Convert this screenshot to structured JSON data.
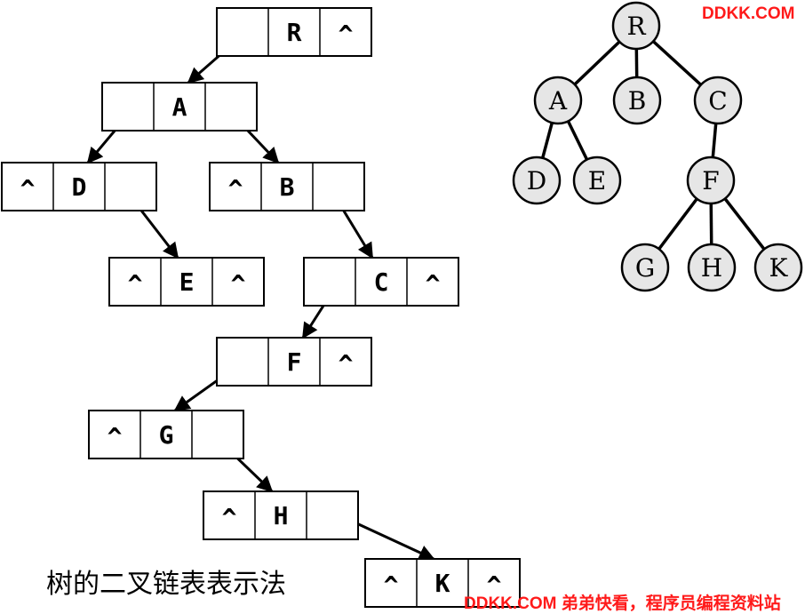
{
  "caption": "树的二叉链表表示法",
  "watermark_top": "DDKK.COM",
  "watermark_bottom": "DDKK.COM 弟弟快看，程序员编程资料站",
  "null_symbol": "^",
  "colors": {
    "node_fill": "#e6e6e6",
    "line": "#000000",
    "watermark": "#ff1a1a"
  },
  "binary_nodes": [
    {
      "id": "R",
      "label": "R",
      "left": "",
      "right": "^"
    },
    {
      "id": "A",
      "label": "A",
      "left": "",
      "right": ""
    },
    {
      "id": "D",
      "label": "D",
      "left": "^",
      "right": ""
    },
    {
      "id": "B",
      "label": "B",
      "left": "^",
      "right": ""
    },
    {
      "id": "E",
      "label": "E",
      "left": "^",
      "right": "^"
    },
    {
      "id": "C",
      "label": "C",
      "left": "",
      "right": "^"
    },
    {
      "id": "F",
      "label": "F",
      "left": "",
      "right": "^"
    },
    {
      "id": "G",
      "label": "G",
      "left": "^",
      "right": ""
    },
    {
      "id": "H",
      "label": "H",
      "left": "^",
      "right": ""
    },
    {
      "id": "K",
      "label": "K",
      "left": "^",
      "right": "^"
    }
  ],
  "binary_links": [
    {
      "from": "R",
      "side": "left",
      "to": "A"
    },
    {
      "from": "A",
      "side": "left",
      "to": "D"
    },
    {
      "from": "A",
      "side": "right",
      "to": "B"
    },
    {
      "from": "D",
      "side": "right",
      "to": "E"
    },
    {
      "from": "B",
      "side": "right",
      "to": "C"
    },
    {
      "from": "C",
      "side": "left",
      "to": "F"
    },
    {
      "from": "F",
      "side": "left",
      "to": "G"
    },
    {
      "from": "G",
      "side": "right",
      "to": "H"
    },
    {
      "from": "H",
      "side": "right",
      "to": "K"
    }
  ],
  "tree_nodes": [
    "R",
    "A",
    "B",
    "C",
    "D",
    "E",
    "F",
    "G",
    "H",
    "K"
  ],
  "tree_edges": [
    [
      "R",
      "A"
    ],
    [
      "R",
      "B"
    ],
    [
      "R",
      "C"
    ],
    [
      "A",
      "D"
    ],
    [
      "A",
      "E"
    ],
    [
      "C",
      "F"
    ],
    [
      "F",
      "G"
    ],
    [
      "F",
      "H"
    ],
    [
      "F",
      "K"
    ]
  ]
}
